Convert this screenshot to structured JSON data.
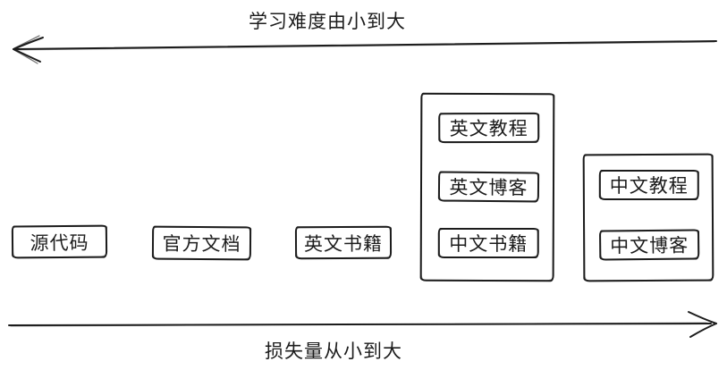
{
  "diagram": {
    "top_axis_label": "学习难度由小到大",
    "bottom_axis_label": "损失量从小到大",
    "standalone_nodes": [
      {
        "label": "源代码"
      },
      {
        "label": "官方文档"
      },
      {
        "label": "英文书籍"
      }
    ],
    "english_group": {
      "items": [
        {
          "label": "英文教程"
        },
        {
          "label": "英文博客"
        },
        {
          "label": "中文书籍"
        }
      ]
    },
    "chinese_group": {
      "items": [
        {
          "label": "中文教程"
        },
        {
          "label": "中文博客"
        }
      ]
    },
    "colors": {
      "ink": "#1c1c1c",
      "background": "#ffffff"
    }
  }
}
